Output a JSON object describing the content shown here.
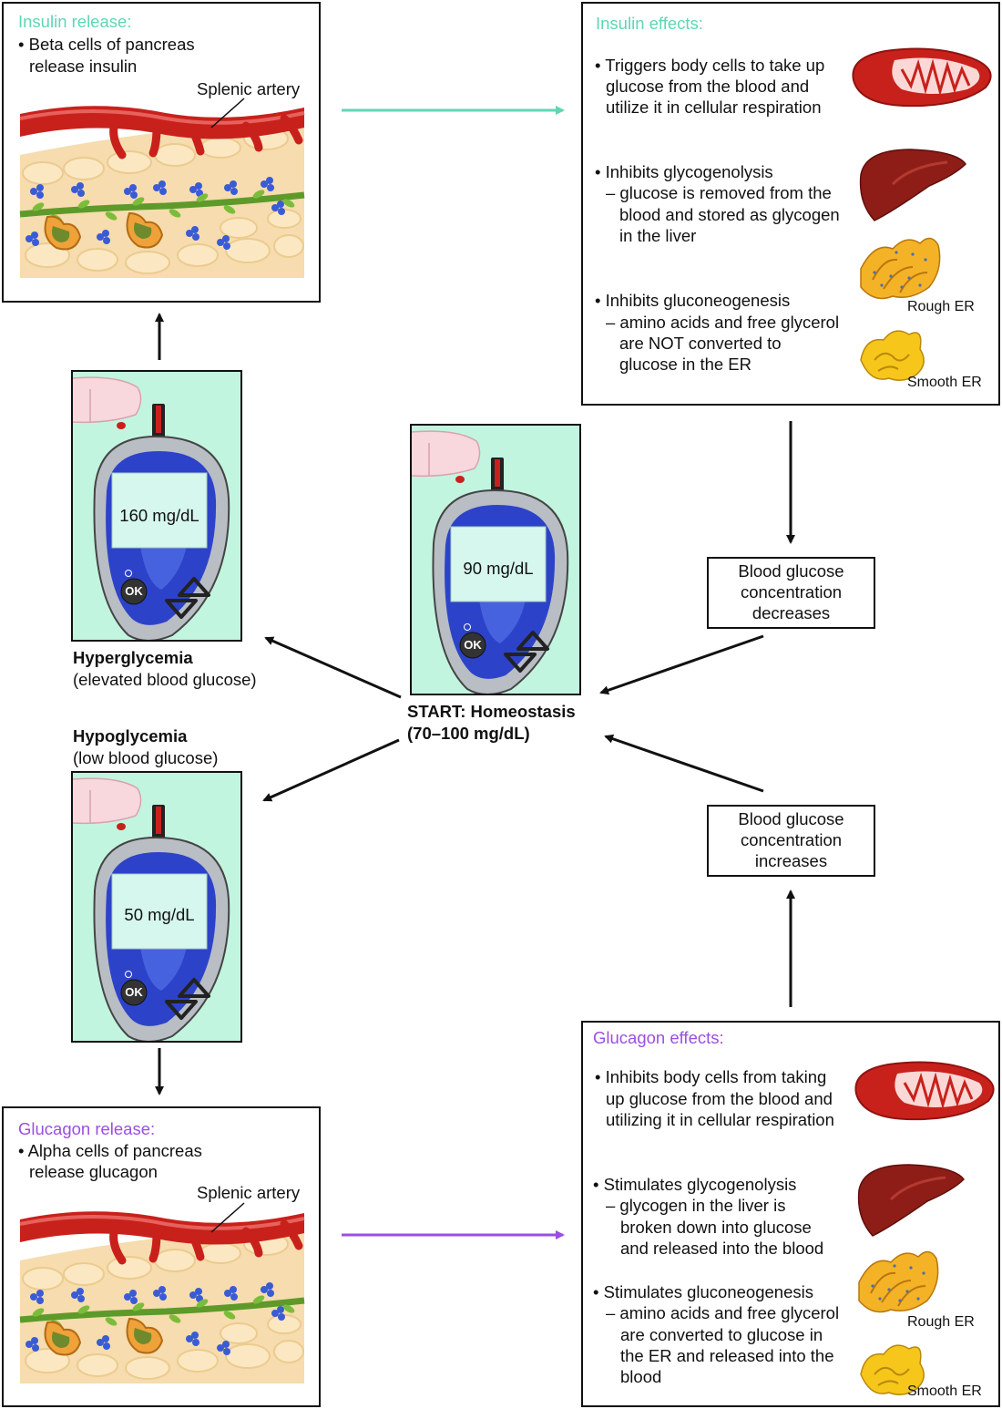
{
  "colors": {
    "insulin": "#5fd6b5",
    "glucagon": "#9b4fe0",
    "meter_bg": "#c2f5df",
    "blood": "#c8211c",
    "pancreas": "#f6dcae",
    "islet_leaf": "#6fa32c"
  },
  "insulin_release": {
    "heading": "Insulin release:",
    "line1": "• Beta cells of pancreas",
    "line2": "release insulin",
    "artery_label": "Splenic artery"
  },
  "insulin_effects": {
    "heading": "Insulin effects:",
    "item1": [
      "• Triggers body cells to take up",
      "glucose from the blood and",
      "utilize it in cellular respiration"
    ],
    "item2": [
      "• Inhibits glycogenolysis",
      "– glucose is removed from the",
      "blood and stored as glycogen",
      "in the liver"
    ],
    "item3": [
      "• Inhibits gluconeogenesis",
      "– amino acids and free glycerol",
      "are NOT converted to",
      "glucose in the ER"
    ],
    "rough_er": "Rough ER",
    "smooth_er": "Smooth ER"
  },
  "decrease_box": [
    "Blood glucose",
    "concentration",
    "decreases"
  ],
  "increase_box": [
    "Blood glucose",
    "concentration",
    "increases"
  ],
  "meters": {
    "hyper_reading": "160 mg/dL",
    "normal_reading": "90 mg/dL",
    "hypo_reading": "50 mg/dL",
    "ok": "OK"
  },
  "hyperglycemia": {
    "title": "Hyperglycemia",
    "subtitle": "(elevated blood glucose)"
  },
  "hypoglycemia": {
    "title": "Hypoglycemia",
    "subtitle": "(low blood glucose)"
  },
  "start": {
    "line1": "START: Homeostasis",
    "line2": "(70–100 mg/dL)"
  },
  "glucagon_release": {
    "heading": "Glucagon release:",
    "line1": "• Alpha cells of pancreas",
    "line2": "release glucagon",
    "artery_label": "Splenic artery"
  },
  "glucagon_effects": {
    "heading": "Glucagon effects:",
    "item1": [
      "• Inhibits body cells from taking",
      "up glucose from the blood and",
      "utilizing it in cellular respiration"
    ],
    "item2": [
      "• Stimulates glycogenolysis",
      "– glycogen in the liver is",
      "broken down into glucose",
      "and released into the blood"
    ],
    "item3": [
      "• Stimulates gluconeogenesis",
      "– amino acids and free glycerol",
      "are converted to glucose in",
      "the ER and released into the",
      "blood"
    ],
    "rough_er": "Rough ER",
    "smooth_er": "Smooth ER"
  }
}
